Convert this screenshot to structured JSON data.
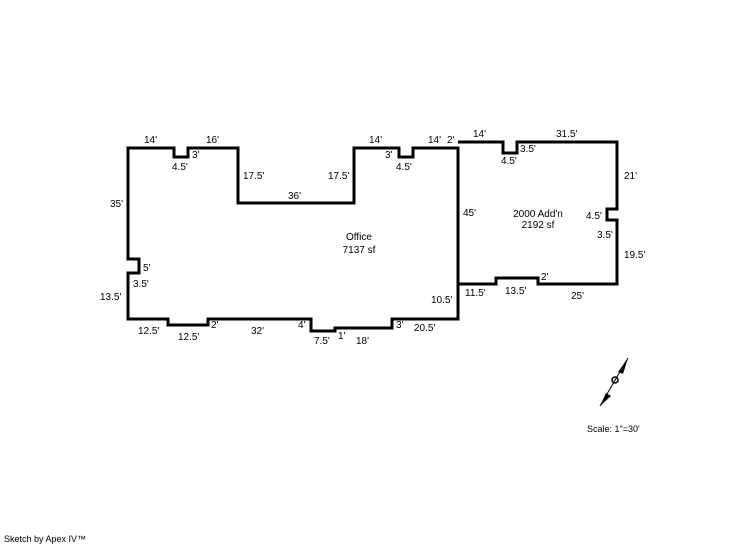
{
  "footer": {
    "credit": "Sketch by Apex IV™"
  },
  "scale": {
    "label": "Scale: 1\"=30'"
  },
  "compass": {
    "icon": "north-arrow-icon"
  },
  "areas": {
    "office": {
      "name": "Office",
      "size": "7137 sf"
    },
    "addition": {
      "name": "2000 Add'n",
      "size": "2192 sf"
    }
  },
  "dimensions": {
    "office_top_left": "14'",
    "office_notch1_depth": "3'",
    "office_notch1_width": "4.5'",
    "office_top_mid_left": "16'",
    "office_inner_left": "17.5'",
    "office_inner_bottom": "36'",
    "office_inner_right": "17.5'",
    "office_top_mid_right": "14'",
    "office_notch2_depth": "3'",
    "office_notch2_width": "4.5'",
    "office_top_right": "14'",
    "office_left_upper": "35'",
    "office_left_notch_depth": "5'",
    "office_left_notch_width": "3.5'",
    "office_left_lower": "13.5'",
    "office_bottom_1": "12.5'",
    "office_bottom_2": "12.5'",
    "office_bottom_step1": "2'",
    "office_bottom_3": "32'",
    "office_bottom_step2": "4'",
    "office_bottom_4": "7.5'",
    "office_bottom_step3": "1'",
    "office_bottom_5": "18'",
    "office_bottom_step4": "3'",
    "office_bottom_6": "20.5'",
    "office_right_lower": "10.5'",
    "shared_wall": "45'",
    "add_top_step": "2'",
    "add_top_left": "14'",
    "add_notch_depth": "3.5'",
    "add_notch_width": "4.5'",
    "add_top_right": "31.5'",
    "add_right_upper": "21'",
    "add_right_notch_width": "4.5'",
    "add_right_notch_depth": "3.5'",
    "add_right_lower": "19.5'",
    "add_bottom_left": "11.5'",
    "add_bottom_mid": "13.5'",
    "add_bottom_step": "2'",
    "add_bottom_right": "25'"
  }
}
